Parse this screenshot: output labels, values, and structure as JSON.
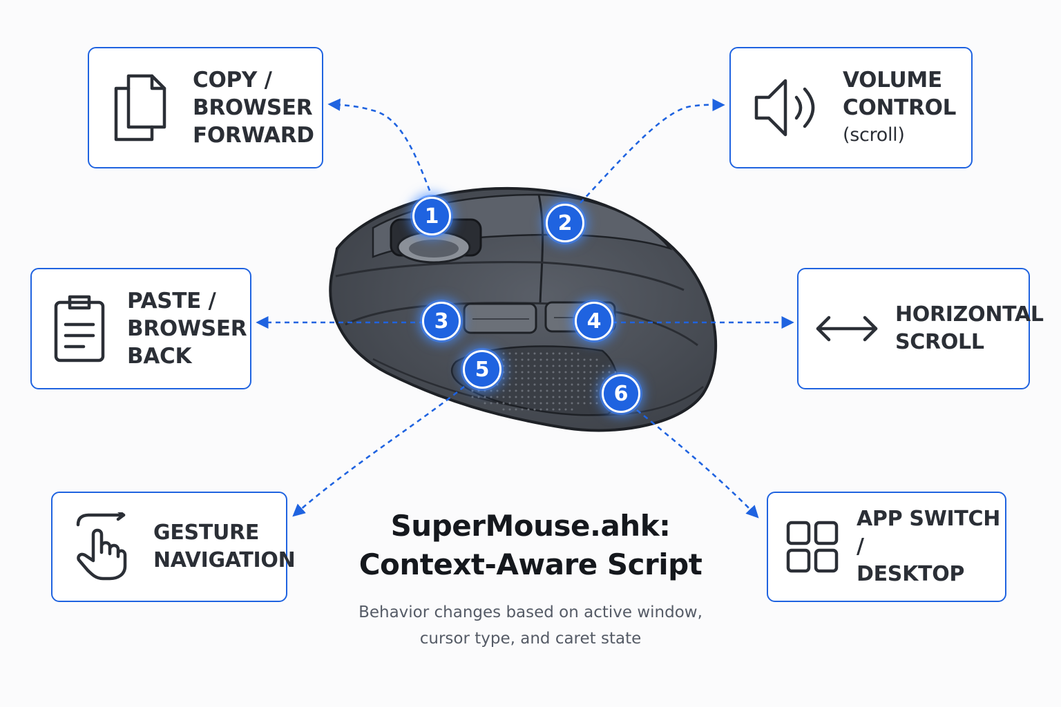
{
  "colors": {
    "accent": "#1f63e0",
    "mouse_body": "#4b5058",
    "text": "#2b2f36"
  },
  "cards": {
    "copy": {
      "icon": "copy-documents-icon",
      "lines": [
        "COPY /",
        "BROWSER",
        "FORWARD"
      ]
    },
    "volume": {
      "icon": "speaker-volume-icon",
      "lines": [
        "VOLUME",
        "CONTROL"
      ],
      "sub": "(scroll)"
    },
    "paste": {
      "icon": "clipboard-icon",
      "lines": [
        "PASTE /",
        "BROWSER",
        "BACK"
      ]
    },
    "hscroll": {
      "icon": "left-right-arrow-icon",
      "lines": [
        "HORIZONTAL",
        "SCROLL"
      ]
    },
    "gesture": {
      "icon": "swipe-hand-icon",
      "lines": [
        "GESTURE",
        "NAVIGATION"
      ]
    },
    "appswitch": {
      "icon": "app-grid-icon",
      "lines": [
        "APP SWITCH /",
        "DESKTOP"
      ]
    }
  },
  "badges": [
    "1",
    "2",
    "3",
    "4",
    "5",
    "6"
  ],
  "title": {
    "line1": "SuperMouse.ahk:",
    "line2": "Context-Aware Script"
  },
  "subtitle": {
    "line1": "Behavior changes based on active window,",
    "line2": "cursor type, and caret state"
  }
}
